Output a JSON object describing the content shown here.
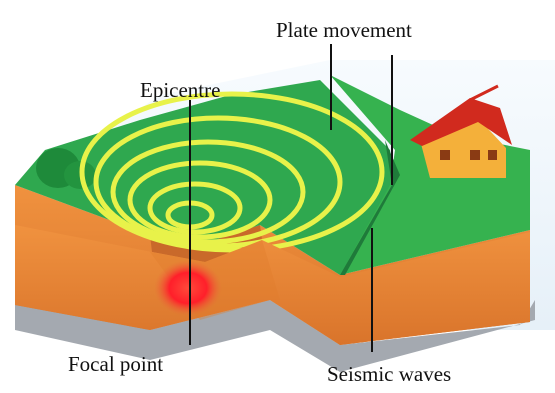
{
  "labels": {
    "plate_movement": "Plate movement",
    "epicentre": "Epicentre",
    "focal_point": "Focal point",
    "seismic_waves": "Seismic waves"
  },
  "colors": {
    "sky": "#eef5fb",
    "grass": "#2fa84f",
    "grass_dark": "#1f7a3a",
    "wave_ring": "#e8f24a",
    "soil_top": "#ec8b3a",
    "soil_side": "#e07a2c",
    "soil_shadow": "#c9692a",
    "rock": "#9aa0a8",
    "focus": "#ff2a2a",
    "house_wall": "#f4b03a",
    "house_roof": "#d12a1e"
  }
}
